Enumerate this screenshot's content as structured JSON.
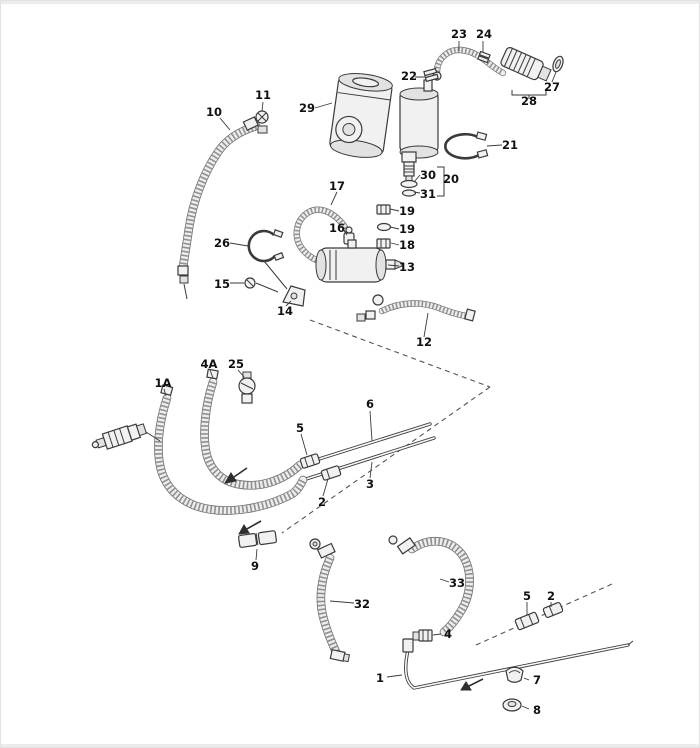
{
  "diagram": {
    "kind": "exploded-parts-diagram",
    "subject": "fuel-system-pump-filter-and-lines",
    "colors": {
      "line": "#3a3a3a",
      "part_fill": "#f1f1f1",
      "label": "#111111",
      "background": "#ffffff"
    },
    "callouts": [
      {
        "label": "10"
      },
      {
        "label": "11"
      },
      {
        "label": "29"
      },
      {
        "label": "22"
      },
      {
        "label": "23"
      },
      {
        "label": "24"
      },
      {
        "label": "28"
      },
      {
        "label": "27"
      },
      {
        "label": "21"
      },
      {
        "label": "30"
      },
      {
        "label": "20"
      },
      {
        "label": "31"
      },
      {
        "label": "17"
      },
      {
        "label": "19"
      },
      {
        "label": "16"
      },
      {
        "label": "19"
      },
      {
        "label": "18"
      },
      {
        "label": "26"
      },
      {
        "label": "13"
      },
      {
        "label": "15"
      },
      {
        "label": "14"
      },
      {
        "label": "12"
      },
      {
        "label": "4A"
      },
      {
        "label": "25"
      },
      {
        "label": "1A"
      },
      {
        "label": "6"
      },
      {
        "label": "5"
      },
      {
        "label": "3"
      },
      {
        "label": "2"
      },
      {
        "label": "9"
      },
      {
        "label": "32"
      },
      {
        "label": "33"
      },
      {
        "label": "5"
      },
      {
        "label": "2"
      },
      {
        "label": "4"
      },
      {
        "label": "1"
      },
      {
        "label": "7"
      },
      {
        "label": "8"
      }
    ]
  }
}
